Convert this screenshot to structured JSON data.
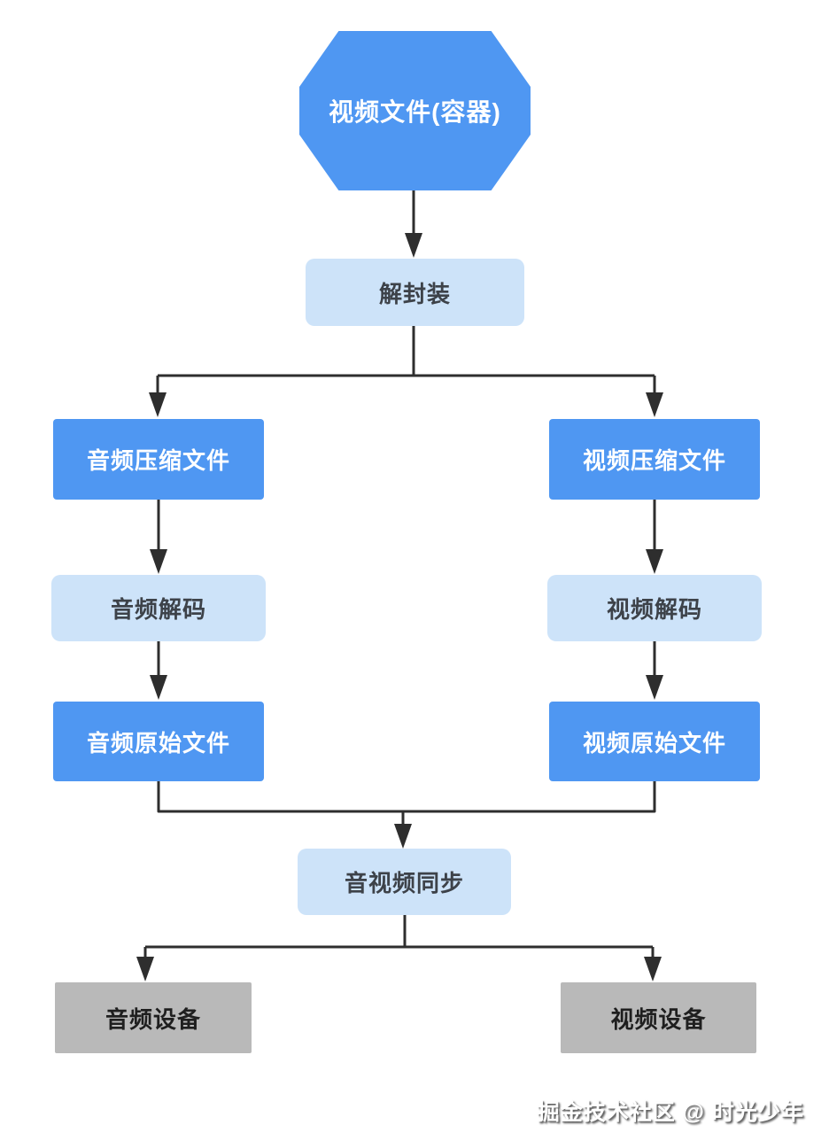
{
  "colors": {
    "background": "#ffffff",
    "node_blue": "#4f97f2",
    "node_light_blue": "#cde3f9",
    "node_gray": "#b9b9b9",
    "edge_dark": "#2e2e2e",
    "text_on_blue": "#ffffff",
    "text_on_light": "#3d4249",
    "text_on_gray": "#1f1f1f"
  },
  "diagram": {
    "nodes": {
      "container": {
        "label": "视频文件(容器)",
        "shape": "octagon",
        "style": "blue"
      },
      "demux": {
        "label": "解封装",
        "shape": "rounded-rect",
        "style": "light-blue"
      },
      "audio_compressed": {
        "label": "音频压缩文件",
        "shape": "rect",
        "style": "blue"
      },
      "video_compressed": {
        "label": "视频压缩文件",
        "shape": "rect",
        "style": "blue"
      },
      "audio_decode": {
        "label": "音频解码",
        "shape": "rounded-rect",
        "style": "light-blue"
      },
      "video_decode": {
        "label": "视频解码",
        "shape": "rounded-rect",
        "style": "light-blue"
      },
      "audio_raw": {
        "label": "音频原始文件",
        "shape": "rect",
        "style": "blue"
      },
      "video_raw": {
        "label": "视频原始文件",
        "shape": "rect",
        "style": "blue"
      },
      "av_sync": {
        "label": "音视频同步",
        "shape": "rounded-rect",
        "style": "light-blue"
      },
      "audio_device": {
        "label": "音频设备",
        "shape": "rect",
        "style": "gray"
      },
      "video_device": {
        "label": "视频设备",
        "shape": "rect",
        "style": "gray"
      }
    },
    "edges": [
      {
        "from": "container",
        "to": "demux"
      },
      {
        "from": "demux",
        "to": "audio_compressed"
      },
      {
        "from": "demux",
        "to": "video_compressed"
      },
      {
        "from": "audio_compressed",
        "to": "audio_decode"
      },
      {
        "from": "video_compressed",
        "to": "video_decode"
      },
      {
        "from": "audio_decode",
        "to": "audio_raw"
      },
      {
        "from": "video_decode",
        "to": "video_raw"
      },
      {
        "from": "audio_raw",
        "to": "av_sync"
      },
      {
        "from": "video_raw",
        "to": "av_sync"
      },
      {
        "from": "av_sync",
        "to": "audio_device"
      },
      {
        "from": "av_sync",
        "to": "video_device"
      }
    ]
  },
  "watermark": {
    "text": "掘金技术社区 @ 时光少年"
  }
}
